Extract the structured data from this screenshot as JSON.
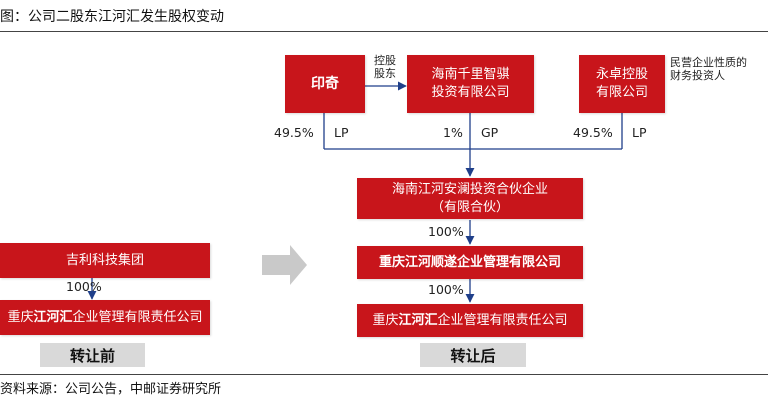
{
  "header": {
    "caption": "图：公司二股东江河汇发生股权变动"
  },
  "footer": {
    "source": "资料来源：公司公告，中邮证券研究所"
  },
  "after": {
    "yinqi": "印奇",
    "qianli": [
      "海南千里智骐",
      "投资有限公司"
    ],
    "yongzhuo": [
      "永卓控股",
      "有限公司"
    ],
    "yongzhuo_note": "民营企业性质的财务投资人",
    "control_note": [
      "控股",
      "股东"
    ],
    "stake_left": {
      "pct": "49.5%",
      "role": "LP"
    },
    "stake_mid": {
      "pct": "1%",
      "role": "GP"
    },
    "stake_right": {
      "pct": "49.5%",
      "role": "LP"
    },
    "hainan": [
      "海南江河安澜投资合伙企业",
      "（有限合伙）"
    ],
    "pct_to_shunsui": "100%",
    "shunsui": "重庆江河顺遂企业管理有限公司",
    "pct_to_jhh": "100%",
    "jhh": {
      "prefix": "重庆",
      "bold": "江河汇",
      "suffix": "企业管理有限责任公司"
    },
    "label": "转让后"
  },
  "before": {
    "geely": "吉利科技集团",
    "pct": "100%",
    "jhh": {
      "prefix": "重庆",
      "bold": "江河汇",
      "suffix": "企业管理有限责任公司"
    },
    "label": "转让前"
  }
}
